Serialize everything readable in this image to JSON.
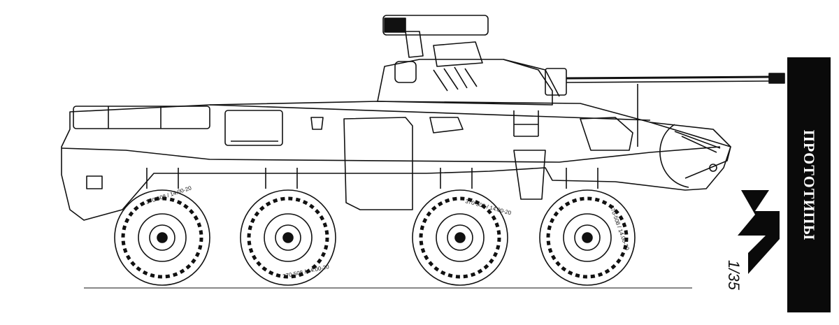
{
  "side_banner": {
    "text": "ПРОТОТИПЫ"
  },
  "logo": {
    "glyph": "M",
    "scale": "1/35"
  },
  "vehicle": {
    "wheels": [
      {
        "tire_marking": "370-508 / 14.00-20"
      },
      {
        "tire_marking": "370-508 / 14.00-20"
      },
      {
        "tire_marking": "370-508 / 14.00-20"
      },
      {
        "tire_marking": "370-508 / 14.00-20"
      }
    ]
  }
}
